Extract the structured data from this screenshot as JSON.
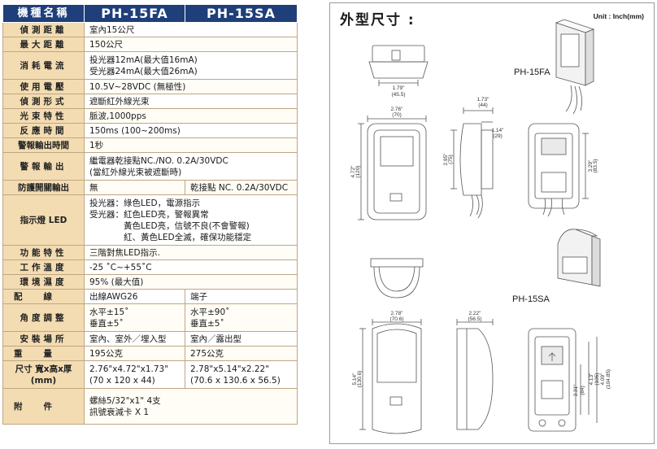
{
  "table": {
    "header": {
      "label": "機種名稱",
      "model_a": "PH-15FA",
      "model_b": "PH-15SA"
    },
    "rows": [
      {
        "label": "偵測距離",
        "value": "室內15公尺"
      },
      {
        "label": "最大距離",
        "value": "150公尺"
      },
      {
        "label": "消耗電流",
        "lines": [
          "投光器12mA(最大值16mA)",
          "受光器24mA(最大值26mA)"
        ]
      },
      {
        "label": "使用電壓",
        "value": "10.5V~28VDC (無極性)"
      },
      {
        "label": "偵測形式",
        "value": "遮斷紅外線光束"
      },
      {
        "label": "光束特性",
        "value": "脈波,1000pps"
      },
      {
        "label": "反應時間",
        "value": "150ms (100~200ms)"
      },
      {
        "label": "警報輸出時間",
        "value": "1秒"
      },
      {
        "label": "警報輸出",
        "lines": [
          "繼電器乾接點NC./NO. 0.2A/30VDC",
          "(當紅外線光束被遮斷時)"
        ]
      },
      {
        "label": "防護開關輸出",
        "value_a": "無",
        "value_b": "乾接點 NC. 0.2A/30VDC"
      },
      {
        "label": "指示燈 LED",
        "lines": [
          "投光器：綠色LED，電源指示",
          "受光器：紅色LED亮，警報異常",
          "　　　　黃色LED亮，信號不良(不會警報)",
          "　　　　紅、黃色LED全滅，確保功能穩定"
        ]
      },
      {
        "label": "功能特性",
        "value": "三階對焦LED指示."
      },
      {
        "label": "工作溫度",
        "value": "-25 ˚C~+55˚C"
      },
      {
        "label": "環境濕度",
        "value": "95% (最大值)"
      },
      {
        "label": "配線",
        "value_a": "出線AWG26",
        "value_b": "端子"
      },
      {
        "label": "角度調整",
        "lines_a": [
          "水平±15˚",
          "垂直±5˚"
        ],
        "lines_b": [
          "水平±90˚",
          "垂直±5˚"
        ]
      },
      {
        "label": "安裝場所",
        "value_a": "室內、室外／埋入型",
        "value_b": "室內／露出型"
      },
      {
        "label": "重量",
        "value_a": "195公克",
        "value_b": "275公克"
      },
      {
        "label_lines": [
          "尺寸 寬x高x厚",
          "(mm)"
        ],
        "lines_a": [
          "2.76\"x4.72\"x1.73\"",
          "(70 x 120 x 44)"
        ],
        "lines_b": [
          "2.78\"x5.14\"x2.22\"",
          "(70.6 x 130.6 x 56.5)"
        ]
      },
      {
        "label": "附件",
        "lines": [
          "螺絲5/32\"x1\" 4支",
          "訊號衰減卡 X 1"
        ]
      }
    ]
  },
  "drawing": {
    "title": "外型尺寸 :",
    "unit": "Unit : Inch(mm)",
    "model_fa": "PH-15FA",
    "model_sa": "PH-15SA",
    "dims_fa": {
      "top_width": [
        "1.79\"",
        "(45.5)"
      ],
      "front_width": [
        "2.76\"",
        "(70)"
      ],
      "front_height": [
        "4.72\"",
        "(120)"
      ],
      "side_depth": [
        "1.73\"",
        "(44)"
      ],
      "side_inner": [
        "1.14\"",
        "(29)"
      ],
      "side_height": [
        "2.95\"",
        "(75)"
      ],
      "back_height": [
        "3.29\"",
        "(83.5)"
      ]
    },
    "dims_sa": {
      "front_width": [
        "2.78\"",
        "(70.6)"
      ],
      "front_height": [
        "5.14\"",
        "(130.6)"
      ],
      "side_depth": [
        "2.22\"",
        "(56.5)"
      ],
      "back_h1": [
        "3.31\"",
        "(84)"
      ],
      "back_h2": [
        "4.13\"",
        "(105)"
      ],
      "back_h3": [
        "4.09\"",
        "(104.85)"
      ]
    }
  }
}
